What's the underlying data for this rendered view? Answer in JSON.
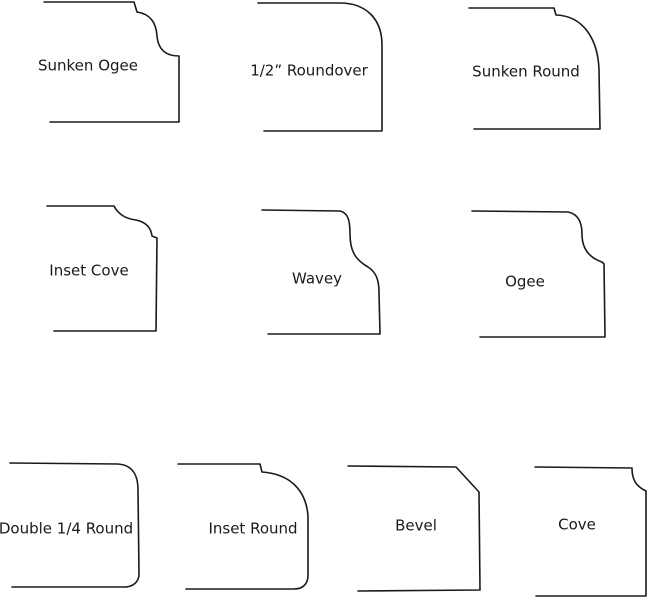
{
  "profiles": [
    {
      "id": "sunken-ogee",
      "label": "Sunken Ogee"
    },
    {
      "id": "half-inch-roundover",
      "label": "1/2” Roundover"
    },
    {
      "id": "sunken-round",
      "label": "Sunken Round"
    },
    {
      "id": "inset-cove",
      "label": "Inset Cove"
    },
    {
      "id": "wavey",
      "label": "Wavey"
    },
    {
      "id": "ogee",
      "label": "Ogee"
    },
    {
      "id": "double-quarter-round",
      "label": "Double 1/4 Round"
    },
    {
      "id": "inset-round",
      "label": "Inset Round"
    },
    {
      "id": "bevel",
      "label": "Bevel"
    },
    {
      "id": "cove",
      "label": "Cove"
    }
  ],
  "colors": {
    "stroke": "#1a1a1a",
    "background": "#ffffff"
  }
}
